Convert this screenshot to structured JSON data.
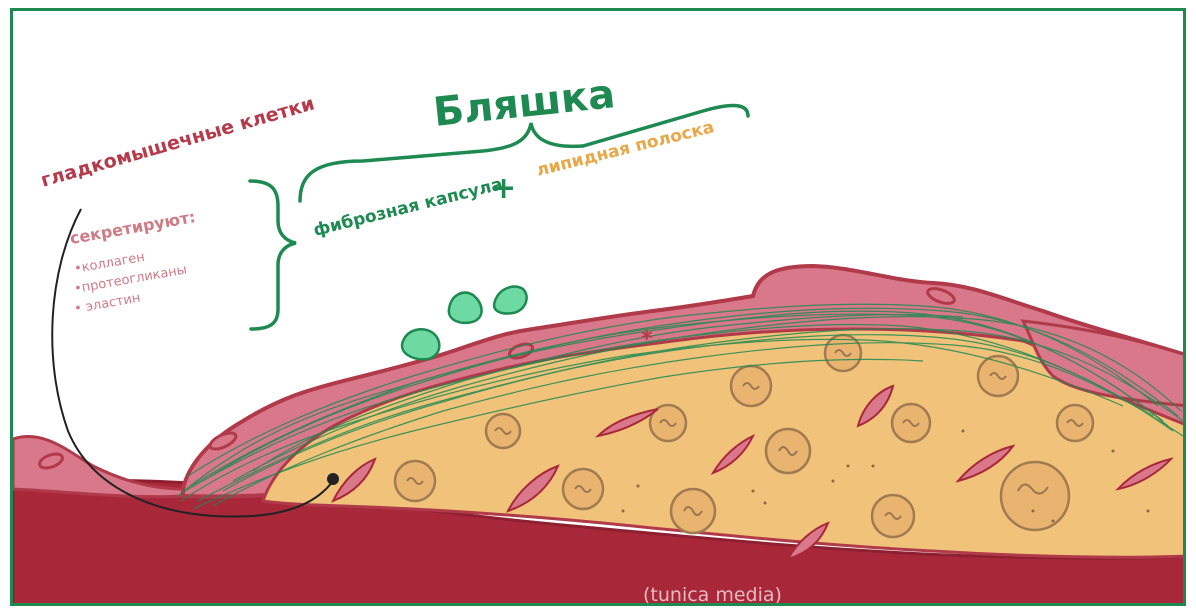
{
  "title": "Бляшка",
  "components": {
    "fibrous_cap": "фиброзная капсула",
    "plus": "+",
    "lipid_streak": "липидная полоска"
  },
  "smc": {
    "title": "гладкомышечные клетки",
    "secretes": "секретируют:",
    "items": [
      "•коллаген",
      "•протеогликаны",
      "• эластин"
    ]
  },
  "media_label": "(tunica media)",
  "colors": {
    "green": "#1e8a52",
    "red": "#b53a4b",
    "pink_text": "#d07a86",
    "orange_text": "#e8a84a",
    "media": "#a8283a",
    "intima": "#d9788a",
    "lipid": "#f1c27a"
  }
}
